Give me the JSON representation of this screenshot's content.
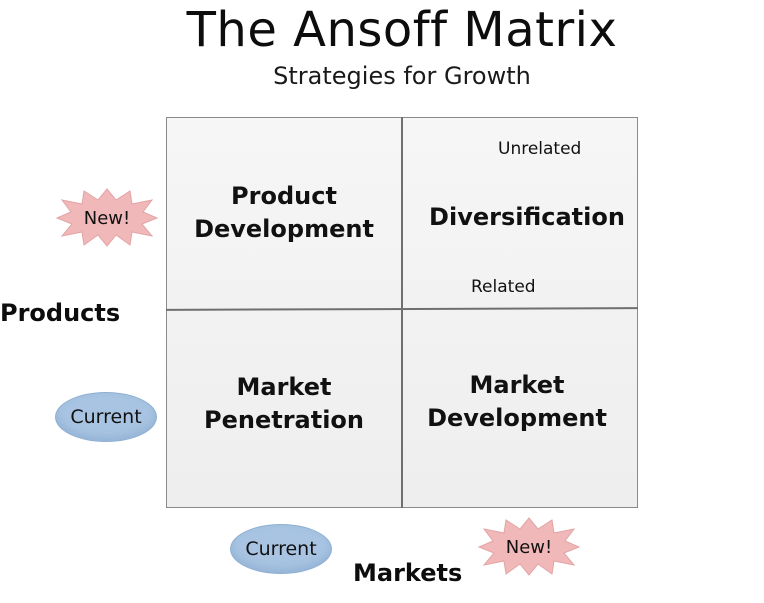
{
  "title": "The Ansoff Matrix",
  "subtitle": "Strategies for Growth",
  "quadrants": {
    "top_left": [
      "Product",
      "Development"
    ],
    "top_right": [
      "Diversification"
    ],
    "bottom_left": [
      "Market",
      "Penetration"
    ],
    "bottom_right": [
      "Market",
      "Development"
    ]
  },
  "annotations": {
    "unrelated": "Unrelated",
    "related": "Related"
  },
  "axes": {
    "y_label": "Products",
    "x_label": "Markets",
    "y_new": "New!",
    "y_current": "Current",
    "x_current": "Current",
    "x_new": "New!"
  },
  "colors": {
    "ellipse_fill": "#a8c4e2",
    "burst_fill": "#f0b8b8",
    "grid_line": "#6f6f6f"
  }
}
